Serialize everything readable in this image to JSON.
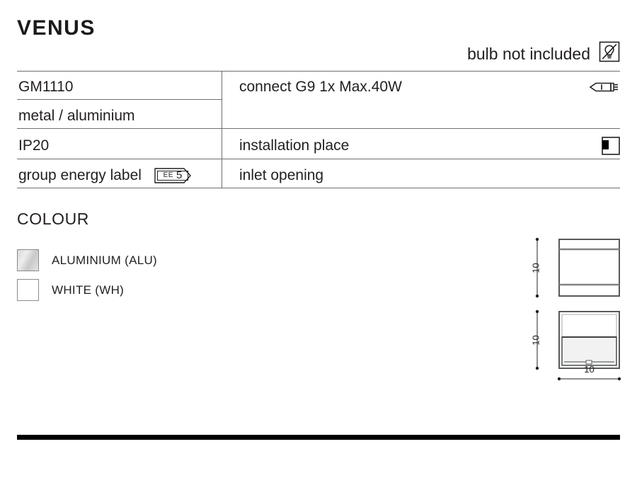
{
  "product": {
    "title": "VENUS"
  },
  "bulb_note": {
    "text": "bulb not included",
    "icon": "bulb-not-included-icon"
  },
  "spec_table": {
    "rows": [
      {
        "left": "GM1110",
        "right": "connect G9 1x Max.40W",
        "right_icon": "g9-capsule-lamp-icon"
      },
      {
        "left": "metal / aluminium",
        "right": "",
        "right_icon": ""
      },
      {
        "left": "IP20",
        "right": "installation place",
        "right_icon": "wall-mount-icon"
      },
      {
        "left": "group energy label",
        "left_badge": {
          "prefix": "EE",
          "value": "5"
        },
        "right": "inlet opening",
        "right_icon": ""
      }
    ]
  },
  "colour": {
    "heading": "COLOUR",
    "options": [
      {
        "label": "ALUMINIUM (ALU)",
        "code": "ALU",
        "swatch_hex": "#d9d9d9"
      },
      {
        "label": "WHITE (WH)",
        "code": "WH",
        "swatch_hex": "#ffffff"
      }
    ]
  },
  "drawings": {
    "front_view": {
      "height_label": "10"
    },
    "side_view": {
      "height_label": "10",
      "width_label": "10"
    }
  },
  "colors": {
    "rule": "#6d6e71",
    "text": "#231f20",
    "bar": "#000000"
  }
}
